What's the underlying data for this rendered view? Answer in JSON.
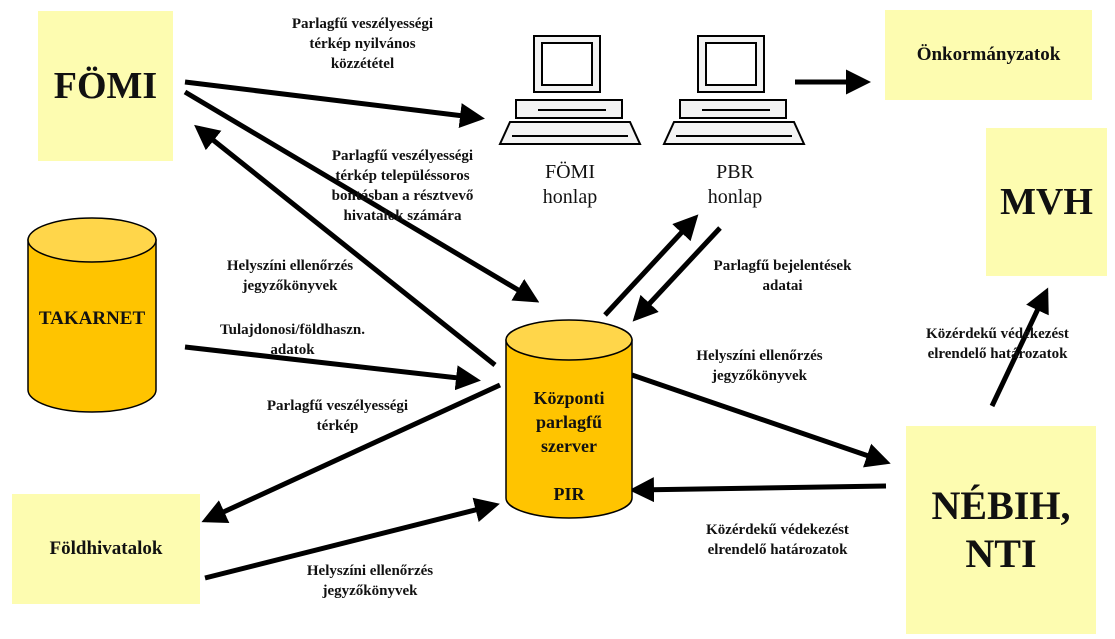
{
  "nodes": {
    "fomi": "FÖMI",
    "onkormanyzatok": "Önkormányzatok",
    "mvh": "MVH",
    "takarnet": "TAKARNET",
    "foldhivatalok": "Földhivatalok",
    "nebih": "NÉBIH,\nNTI",
    "pir_server": "Központi\nparlagfű\nszerver",
    "pir": "PIR",
    "fomi_honlap": "FÖMI\nhonlap",
    "pbr_honlap": "PBR\nhonlap"
  },
  "edge_labels": {
    "public_map": "Parlagfű veszélyességi\ntérkép nyilvános\nközzététel",
    "map_by_settlement": "Parlagfű veszélyességi\ntérkép településsoros\nbontásban a résztvevő\nhivatalok számára",
    "takarnet_reports": "Helyszíni ellenőrzés\njegyzőkönyvek",
    "owner_data": "Tulajdonosi/földhaszn.\nadatok",
    "map_to_foldhiv": "Parlagfű veszélyességi\ntérkép",
    "foldhiv_reports": "Helyszíni ellenőrzés\njegyzőkönyvek",
    "ragweed_reports": "Parlagfű bejelentések\nadatai",
    "nebih_reports": "Helyszíni ellenőrzés\njegyzőkönyvek",
    "decisions_mvh": "Közérdekű védekezést\nelrendelő határozatok",
    "decisions_pir": "Közérdekű védekezést\nelrendelő határozatok"
  }
}
